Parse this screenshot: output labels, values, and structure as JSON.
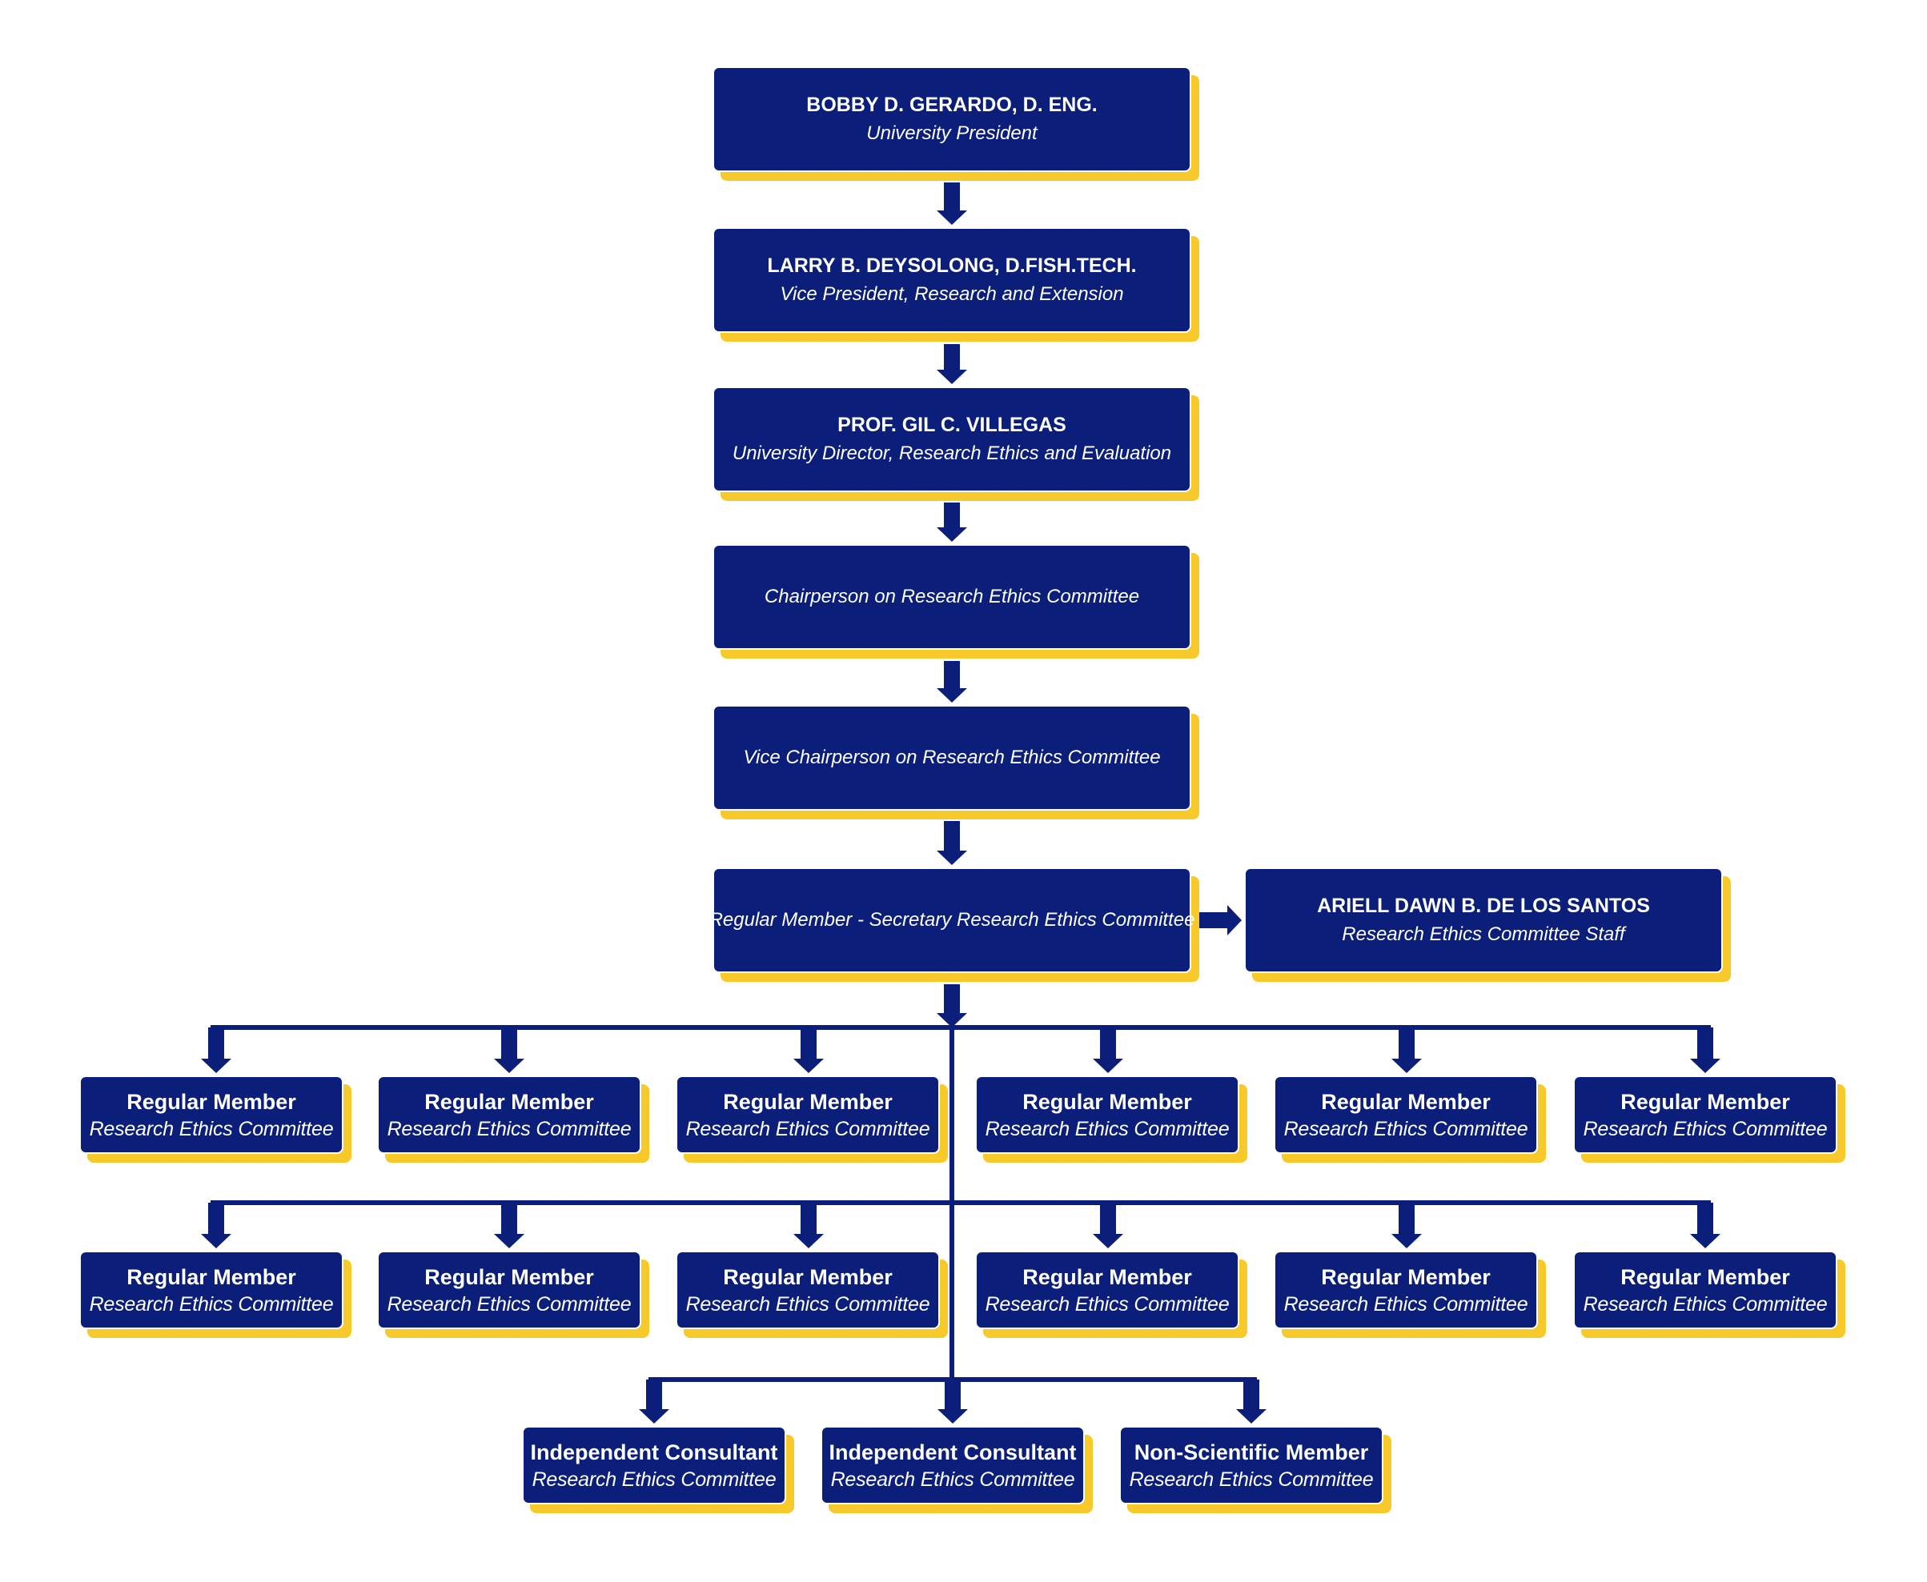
{
  "colors": {
    "box": "#0b1f7a",
    "shadow": "#f7c92a",
    "text": "#ffffff",
    "connector": "#0b1f7a"
  },
  "chain": [
    {
      "name": "BOBBY D. GERARDO, D. ENG.",
      "role": "University President"
    },
    {
      "name": "LARRY B. DEYSOLONG, D.FISH.TECH.",
      "role": "Vice President, Research and Extension"
    },
    {
      "name": "PROF. GIL C. VILLEGAS",
      "role": "University Director, Research Ethics and Evaluation"
    },
    {
      "role": "Chairperson on Research Ethics Committee"
    },
    {
      "role": "Vice Chairperson on Research Ethics Committee"
    },
    {
      "role": "Regular Member - Secretary Research Ethics Committee"
    }
  ],
  "staff": {
    "name": "ARIELL DAWN B. DE LOS SANTOS",
    "role": "Research Ethics Committee Staff"
  },
  "members_row1": [
    {
      "name": "Regular Member",
      "role": "Research Ethics Committee"
    },
    {
      "name": "Regular Member",
      "role": "Research Ethics Committee"
    },
    {
      "name": "Regular Member",
      "role": "Research Ethics Committee"
    },
    {
      "name": "Regular Member",
      "role": "Research Ethics Committee"
    },
    {
      "name": "Regular Member",
      "role": "Research Ethics Committee"
    },
    {
      "name": "Regular Member",
      "role": "Research Ethics Committee"
    }
  ],
  "members_row2": [
    {
      "name": "Regular Member",
      "role": "Research Ethics Committee"
    },
    {
      "name": "Regular Member",
      "role": "Research Ethics Committee"
    },
    {
      "name": "Regular Member",
      "role": "Research Ethics Committee"
    },
    {
      "name": "Regular Member",
      "role": "Research Ethics Committee"
    },
    {
      "name": "Regular Member",
      "role": "Research Ethics Committee"
    },
    {
      "name": "Regular Member",
      "role": "Research Ethics Committee"
    }
  ],
  "members_row3": [
    {
      "name": "Independent Consultant",
      "role": "Research Ethics Committee"
    },
    {
      "name": "Independent Consultant",
      "role": "Research Ethics Committee"
    },
    {
      "name": "Non-Scientific Member",
      "role": "Research Ethics Committee"
    }
  ]
}
